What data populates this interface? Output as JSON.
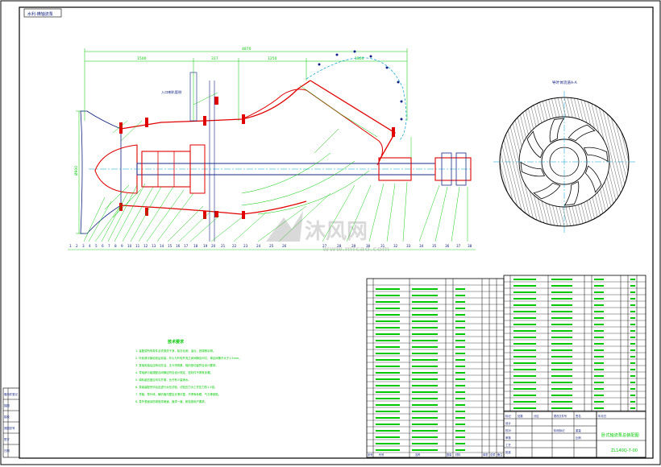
{
  "drawing": {
    "sheet_code": "水利-横轴流泵",
    "drawing_title": "卧式轴流泵总装配图",
    "drawing_number": "ZL140Q-7-00",
    "side_view_label": "导叶体流道A-A",
    "inlet_note": "入口喇叭管侧",
    "dimension_total": "4870",
    "dimension_parts": [
      "1500",
      "317",
      "1250",
      "1800"
    ],
    "diameter_label": "Ø900",
    "colors": {
      "paper": "#ffffff",
      "frame": "#000000",
      "dimension_green": "#00c800",
      "outline_red": "#e00000",
      "centerline_cyan": "#00a0d0",
      "text_dark": "#102080",
      "shaft_blue": "#1a2a8a"
    }
  },
  "tech_requirements": {
    "heading": "技术要求",
    "items": [
      "1. 装配前所有零件必须清洗干净，除去毛刺、油污、铁锈等杂物。",
      "2. 叶轮静平衡检验后安装，叶片与叶轮外壳之间间隙应均匀，单边间隙不大于1.5mm。",
      "3. 泵轴安装后应转动灵活，无卡滞现象，轴向窜动量符合设计要求。",
      "4. 导轴承与轴颈配合间隙应符合设计规定，密封件不得有渗漏。",
      "5. 填料函压盖应均匀拧紧，允许有少量滴水。",
      "6. 泵组装配完毕后应进行水压试验，试验压力为工作压力的1.5倍。",
      "7. 弯管、导叶体、喇叭管内壁应光滑平整，不得有砂眼、气孔等缺陷。",
      "8. 泵外表面涂防锈底漆两道，面漆一道，颜色按用户要求。"
    ]
  },
  "part_callouts": [
    "1",
    "2",
    "3",
    "4",
    "5",
    "6",
    "7",
    "8",
    "9",
    "10",
    "11",
    "12",
    "13",
    "14",
    "15",
    "16",
    "17",
    "18",
    "19",
    "20",
    "21",
    "22",
    "23",
    "24",
    "25",
    "26",
    "27",
    "28",
    "29",
    "30",
    "31",
    "32",
    "33",
    "34",
    "35",
    "36",
    "37",
    "38"
  ],
  "watermark": {
    "brand": "沐风网",
    "url": "www.mfcad.com"
  },
  "side_tabs": [
    "借用件登记",
    "描图",
    "描校",
    "底图总号",
    "签字",
    "日期"
  ],
  "bom_headers": [
    "序号",
    "代号",
    "名称",
    "数量",
    "材料",
    "单重",
    "总重",
    "备注"
  ],
  "title_block": {
    "labels": [
      "标记",
      "处数",
      "分区",
      "更改文件号",
      "签名",
      "年月日"
    ],
    "roles": [
      "设计",
      "校对",
      "审核",
      "工艺",
      "批准"
    ],
    "stage_label": "阶段标记",
    "weight_label": "重量",
    "scale_label": "比例"
  }
}
